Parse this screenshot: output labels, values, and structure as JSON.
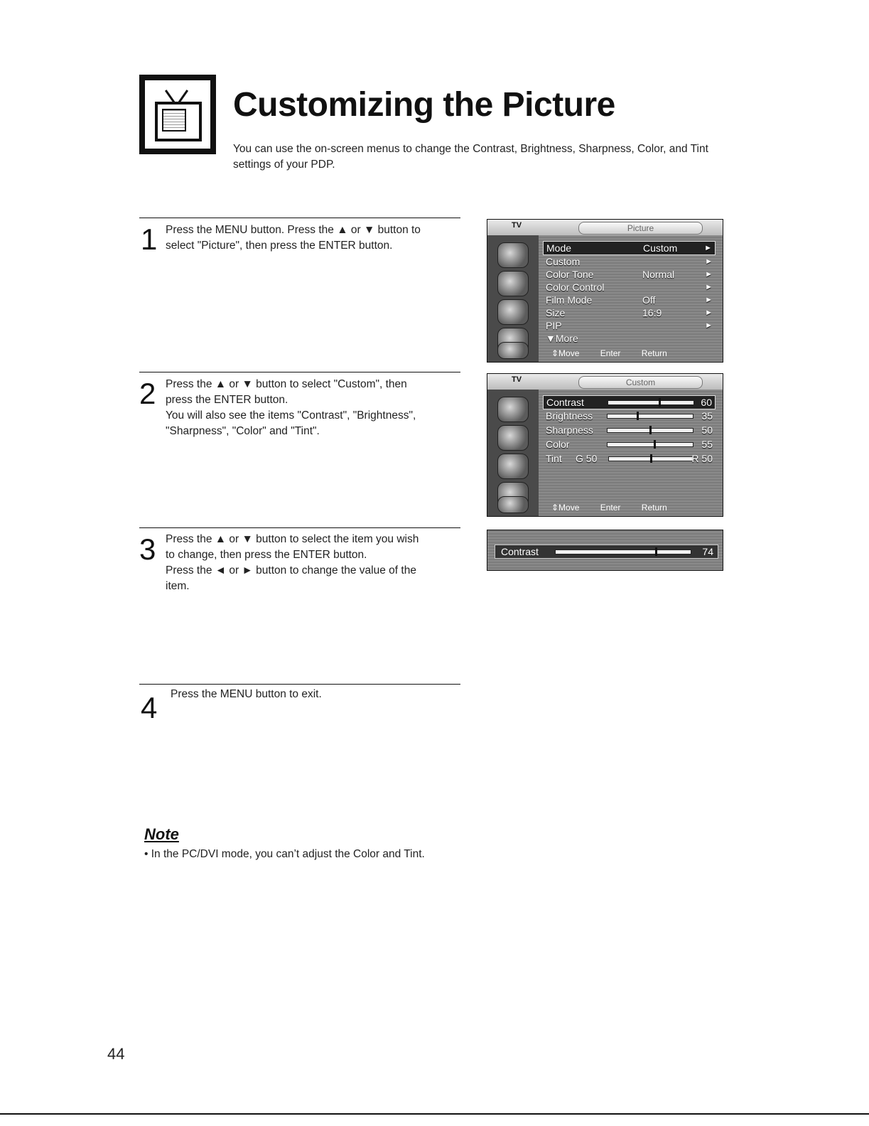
{
  "header": {
    "title": "Customizing the Picture",
    "intro": "You can use the on-screen menus to change the Contrast, Brightness, Sharpness, Color, and Tint settings of your PDP."
  },
  "steps": [
    {
      "number": "1",
      "lines": [
        "Press the MENU button. Press the ▲ or ▼ button to",
        "select \"Picture\", then press the ENTER button."
      ]
    },
    {
      "number": "2",
      "lines": [
        "Press the ▲ or ▼ button to select \"Custom\", then",
        "press the ENTER button.",
        "You will also see the items \"Contrast\", \"Brightness\",",
        "\"Sharpness\", \"Color\" and \"Tint\"."
      ]
    },
    {
      "number": "3",
      "lines": [
        "Press the ▲ or ▼ button to select the item you wish",
        "to change, then press the ENTER button.",
        "Press the ◄ or ► button to change the value of the",
        "item."
      ]
    },
    {
      "number": "4",
      "lines": [
        "Press the MENU button to exit."
      ]
    }
  ],
  "picture_menu": {
    "tv_tag": "TV",
    "tab_title": "Picture",
    "items": [
      {
        "label": "Mode",
        "value": "Custom",
        "selected": true
      },
      {
        "label": "Custom",
        "value": ""
      },
      {
        "label": "Color Tone",
        "value": "Normal"
      },
      {
        "label": "Color Control",
        "value": ""
      },
      {
        "label": "Film Mode",
        "value": "Off"
      },
      {
        "label": "Size",
        "value": "16:9"
      },
      {
        "label": "PIP",
        "value": ""
      },
      {
        "label": "▼More",
        "value": ""
      }
    ],
    "footer": {
      "move": "⇕Move",
      "enter": "Enter",
      "return": "Return"
    }
  },
  "custom_menu": {
    "tv_tag": "TV",
    "tab_title": "Custom",
    "items": [
      {
        "label": "Contrast",
        "value": "60",
        "level": 60,
        "selected": true
      },
      {
        "label": "Brightness",
        "value": "35",
        "level": 35
      },
      {
        "label": "Sharpness",
        "value": "50",
        "level": 50
      },
      {
        "label": "Color",
        "value": "55",
        "level": 55
      },
      {
        "label": "Tint",
        "left": "G 50",
        "value": "R 50",
        "level": 50
      }
    ],
    "footer": {
      "move": "⇕Move",
      "enter": "Enter",
      "return": "Return"
    }
  },
  "contrast_bar": {
    "label": "Contrast",
    "value": "74",
    "level": 74
  },
  "note": {
    "heading": "Note",
    "bullet": "•  In the PC/DVI mode, you can’t adjust the Color and Tint."
  },
  "page_number": "44"
}
